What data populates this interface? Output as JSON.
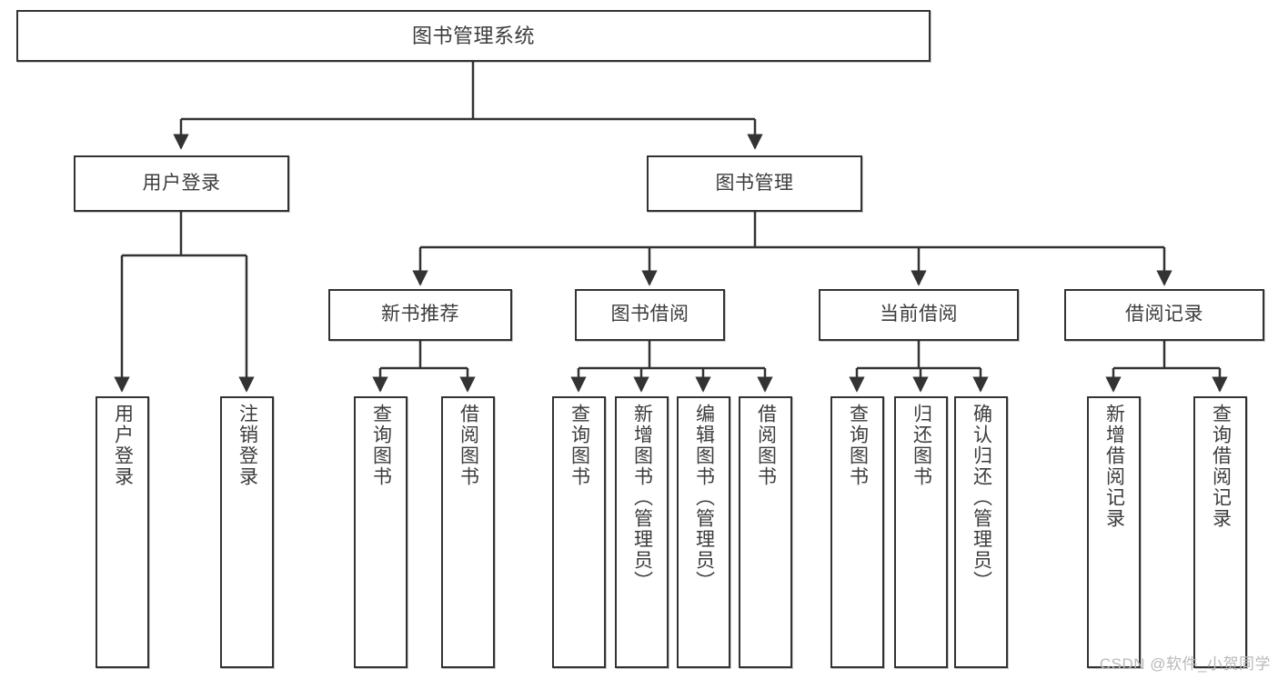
{
  "diagram": {
    "type": "tree-hierarchy",
    "title": "图书管理系统",
    "watermark": "CSDN @软件_小贺同学",
    "colors": {
      "background": "#ffffff",
      "box_border": "#333333",
      "box_fill": "#ffffff",
      "text": "#3c3c3c",
      "connector": "#333333",
      "watermark": "#b9b9b9"
    },
    "levels": [
      {
        "level": 1,
        "nodes": [
          {
            "id": "root",
            "label": "图书管理系统",
            "orientation": "horizontal"
          }
        ]
      },
      {
        "level": 2,
        "nodes": [
          {
            "id": "user-login",
            "label": "用户登录",
            "orientation": "horizontal",
            "parent": "root"
          },
          {
            "id": "book-manage",
            "label": "图书管理",
            "orientation": "horizontal",
            "parent": "root"
          }
        ]
      },
      {
        "level": 3,
        "nodes": [
          {
            "id": "new-book-rec",
            "label": "新书推荐",
            "orientation": "horizontal",
            "parent": "book-manage"
          },
          {
            "id": "book-borrow",
            "label": "图书借阅",
            "orientation": "horizontal",
            "parent": "book-manage"
          },
          {
            "id": "current-borrow",
            "label": "当前借阅",
            "orientation": "horizontal",
            "parent": "book-manage"
          },
          {
            "id": "borrow-record",
            "label": "借阅记录",
            "orientation": "horizontal",
            "parent": "book-manage"
          }
        ]
      },
      {
        "level": 4,
        "nodes": [
          {
            "id": "leaf-user-login",
            "label": "用户登录",
            "orientation": "vertical",
            "parent": "user-login"
          },
          {
            "id": "leaf-logout",
            "label": "注销登录",
            "orientation": "vertical",
            "parent": "user-login"
          },
          {
            "id": "leaf-query-book-1",
            "label": "查询图书",
            "orientation": "vertical",
            "parent": "new-book-rec"
          },
          {
            "id": "leaf-borrow-book-1",
            "label": "借阅图书",
            "orientation": "vertical",
            "parent": "new-book-rec"
          },
          {
            "id": "leaf-query-book-2",
            "label": "查询图书",
            "orientation": "vertical",
            "parent": "book-borrow"
          },
          {
            "id": "leaf-add-book",
            "label": "新增图书（管理员）",
            "orientation": "vertical",
            "parent": "book-borrow"
          },
          {
            "id": "leaf-edit-book",
            "label": "编辑图书（管理员）",
            "orientation": "vertical",
            "parent": "book-borrow"
          },
          {
            "id": "leaf-borrow-book-2",
            "label": "借阅图书",
            "orientation": "vertical",
            "parent": "book-borrow"
          },
          {
            "id": "leaf-query-book-3",
            "label": "查询图书",
            "orientation": "vertical",
            "parent": "current-borrow"
          },
          {
            "id": "leaf-return-book",
            "label": "归还图书",
            "orientation": "vertical",
            "parent": "current-borrow"
          },
          {
            "id": "leaf-confirm-return",
            "label": "确认归还（管理员）",
            "orientation": "vertical",
            "parent": "current-borrow"
          },
          {
            "id": "leaf-add-record",
            "label": "新增借阅记录",
            "orientation": "vertical",
            "parent": "borrow-record"
          },
          {
            "id": "leaf-query-record",
            "label": "查询借阅记录",
            "orientation": "vertical",
            "parent": "borrow-record"
          }
        ]
      }
    ]
  }
}
